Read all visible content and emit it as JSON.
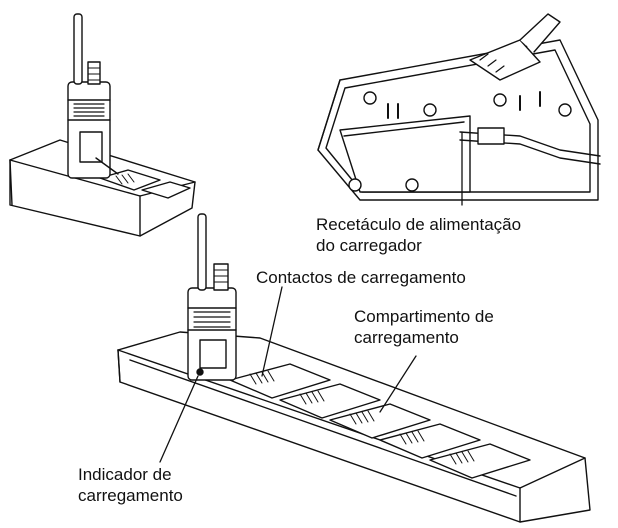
{
  "labels": {
    "power_receptacle": {
      "line1": "Recetáculo de alimentação",
      "line2": "do carregador"
    },
    "charging_contacts": {
      "line1": "Contactos de carregamento"
    },
    "charging_pocket": {
      "line1": "Compartimento de",
      "line2": "carregamento"
    },
    "charging_indicator": {
      "line1": "Indicador de",
      "line2": "carregamento"
    }
  },
  "colors": {
    "ink": "#111111",
    "fill": "#ffffff",
    "shade": "#cfcfcf"
  },
  "icons": [
    "two-way-radio-icon",
    "multi-unit-charger-icon"
  ]
}
